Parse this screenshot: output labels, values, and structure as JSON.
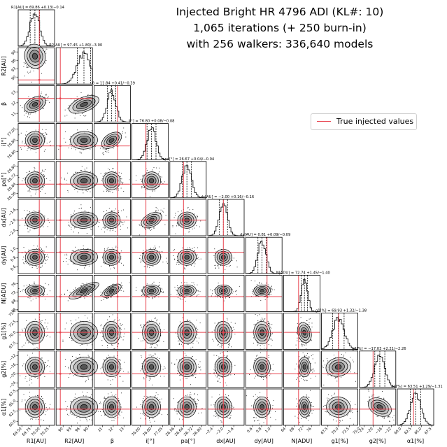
{
  "title": {
    "line1": "Injected Bright HR 4796 ADI (KL#: 10)",
    "line2": "1,065 iterations (+ 250 burn-in)",
    "line3": "with 256 walkers: 336,640 models"
  },
  "legend": {
    "label": "True injected values",
    "color": "#e8434f"
  },
  "colors": {
    "truth": "#e8434f",
    "ink": "#000000",
    "frame": "#000000"
  },
  "chart_data": {
    "type": "corner",
    "parameters": [
      {
        "label": "R1[AU]",
        "median_text": "R1[AU] = 69.86",
        "err_text": "+0.13/−0.14",
        "truth": 69.98,
        "range": [
          69.4,
          70.4
        ],
        "median": 69.86,
        "sigma": 0.13,
        "ticks": [
          69.5,
          69.75,
          70.0,
          70.25
        ],
        "tick_labels": [
          "69.50",
          "69.75",
          "70.00",
          "70.25"
        ]
      },
      {
        "label": "R2[AU]",
        "median_text": "R2[AU] = 97.45",
        "err_text": "+1.80/−3.00",
        "truth": 89.0,
        "range": [
          87.5,
          100.5
        ],
        "median": 97.45,
        "sigma": 2.4,
        "ticks": [
          90,
          93,
          96,
          99
        ],
        "tick_labels": [
          "90",
          "93",
          "96",
          "99"
        ]
      },
      {
        "label": "β",
        "median_text": "β = 11.84",
        "err_text": "+0.41/−0.39",
        "truth": 12.4,
        "range": [
          10.2,
          13.6
        ],
        "median": 11.84,
        "sigma": 0.4,
        "ticks": [
          11,
          12,
          13
        ],
        "tick_labels": [
          "11",
          "12",
          "13"
        ]
      },
      {
        "label": "i[°]",
        "median_text": "i[°] = 76.80",
        "err_text": "+0.08/−0.08",
        "truth": 76.7,
        "range": [
          76.45,
          77.1
        ],
        "median": 76.8,
        "sigma": 0.08,
        "ticks": [
          76.6,
          76.8,
          77.0
        ],
        "tick_labels": [
          "76.60",
          "76.80",
          "77.05"
        ]
      },
      {
        "label": "pa[°]",
        "median_text": "pa[°] = 26.67",
        "err_text": "+0.04/−0.04",
        "truth": 26.64,
        "range": [
          26.52,
          26.84
        ],
        "median": 26.67,
        "sigma": 0.04,
        "ticks": [
          26.56,
          26.64,
          26.72,
          26.8
        ],
        "tick_labels": [
          "26.56",
          "26.64",
          "26.72",
          "26.80"
        ]
      },
      {
        "label": "dx[AU]",
        "median_text": "dx[AU] = −2.00",
        "err_text": "+0.16/−0.16",
        "truth": -2.0,
        "range": [
          -2.6,
          -1.2
        ],
        "median": -2.0,
        "sigma": 0.16,
        "ticks": [
          -2.4,
          -2.0,
          -1.6
        ],
        "tick_labels": [
          "−2.4",
          "−2.0",
          "−1.6"
        ]
      },
      {
        "label": "dy[AU]",
        "median_text": "dy[AU] = 0.81",
        "err_text": "+0.09/−0.09",
        "truth": 0.92,
        "range": [
          0.45,
          1.25
        ],
        "median": 0.81,
        "sigma": 0.09,
        "ticks": [
          0.6,
          0.8,
          1.0
        ],
        "tick_labels": [
          "0.6",
          "0.8",
          "1.0"
        ]
      },
      {
        "label": "N[ADU]",
        "median_text": "N[ADU] = 72.74",
        "err_text": "+1.45/−1.40",
        "truth": 70.0,
        "range": [
          63,
          80
        ],
        "median": 72.74,
        "sigma": 1.4,
        "ticks": [
          64,
          68,
          72,
          76
        ],
        "tick_labels": [
          "64",
          "68",
          "72",
          "76"
        ]
      },
      {
        "label": "g1[%]",
        "median_text": "g1[%] = 69.93",
        "err_text": "+1.32/−1.38",
        "truth": 70.0,
        "range": [
          66,
          74.5
        ],
        "median": 69.93,
        "sigma": 1.35,
        "ticks": [
          67.5,
          70.0,
          72.5,
          75.0
        ],
        "tick_labels": [
          "67.5",
          "70.0",
          "72.5",
          "75.0"
        ]
      },
      {
        "label": "g2[%]",
        "median_text": "g2[%] = −17.03",
        "err_text": "+2.21/−2.26",
        "truth": -20.0,
        "range": [
          -26,
          -10
        ],
        "median": -17.03,
        "sigma": 2.2,
        "ticks": [
          -24,
          -20,
          -16,
          -12
        ],
        "tick_labels": [
          "−24",
          "−20",
          "−16",
          "−12"
        ]
      },
      {
        "label": "α1[%]",
        "median_text": "α1[%] = 63.51",
        "err_text": "+1.29/−1.31",
        "truth": 63.0,
        "range": [
          59,
          68
        ],
        "median": 63.51,
        "sigma": 1.3,
        "ticks": [
          60.0,
          62.5,
          65.0,
          67.5
        ],
        "tick_labels": [
          "60.0",
          "62.5",
          "65.0",
          "67.5"
        ]
      }
    ],
    "correlations": {
      "1-0": 0.25,
      "2-0": 0.55,
      "2-1": 0.45,
      "3-2": 0.75,
      "5-3": 0.6,
      "7-1": 0.55,
      "7-2": 0.65,
      "8-7": 0.3,
      "9-8": 0.2,
      "10-9": -0.6,
      "10-8": -0.1,
      "10-2": 0.0
    },
    "truth_color": "#e8434f"
  }
}
